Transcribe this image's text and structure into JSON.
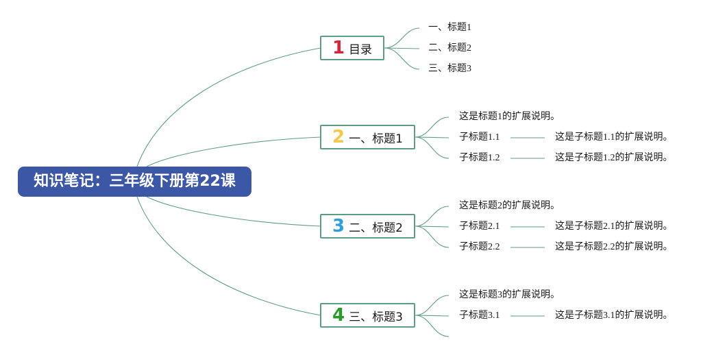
{
  "root": {
    "title": "知识笔记：三年级下册第22课"
  },
  "branches": [
    {
      "num": "1",
      "num_color": "#d6243a",
      "label": "目录",
      "children": [
        {
          "text": "一、标题1"
        },
        {
          "text": "二、标题2"
        },
        {
          "text": "三、标题3"
        }
      ]
    },
    {
      "num": "2",
      "num_color": "#f2c94c",
      "label": "一、标题1",
      "children": [
        {
          "text": "这是标题1的扩展说明。"
        },
        {
          "text": "子标题1.1",
          "detail": "这是子标题1.1的扩展说明。"
        },
        {
          "text": "子标题1.2",
          "detail": "这是子标题1.2的扩展说明。"
        }
      ]
    },
    {
      "num": "3",
      "num_color": "#2d9fd9",
      "label": "二、标题2",
      "children": [
        {
          "text": "这是标题2的扩展说明。"
        },
        {
          "text": "子标题2.1",
          "detail": "这是子标题2.1的扩展说明。"
        },
        {
          "text": "子标题2.2",
          "detail": "这是子标题2.2的扩展说明。"
        }
      ]
    },
    {
      "num": "4",
      "num_color": "#2a9a2a",
      "label": "三、标题3",
      "children": [
        {
          "text": "这是标题3的扩展说明。"
        },
        {
          "text": "子标题3.1",
          "detail": "这是子标题3.1的扩展说明。"
        },
        {
          "text": ""
        }
      ]
    }
  ]
}
